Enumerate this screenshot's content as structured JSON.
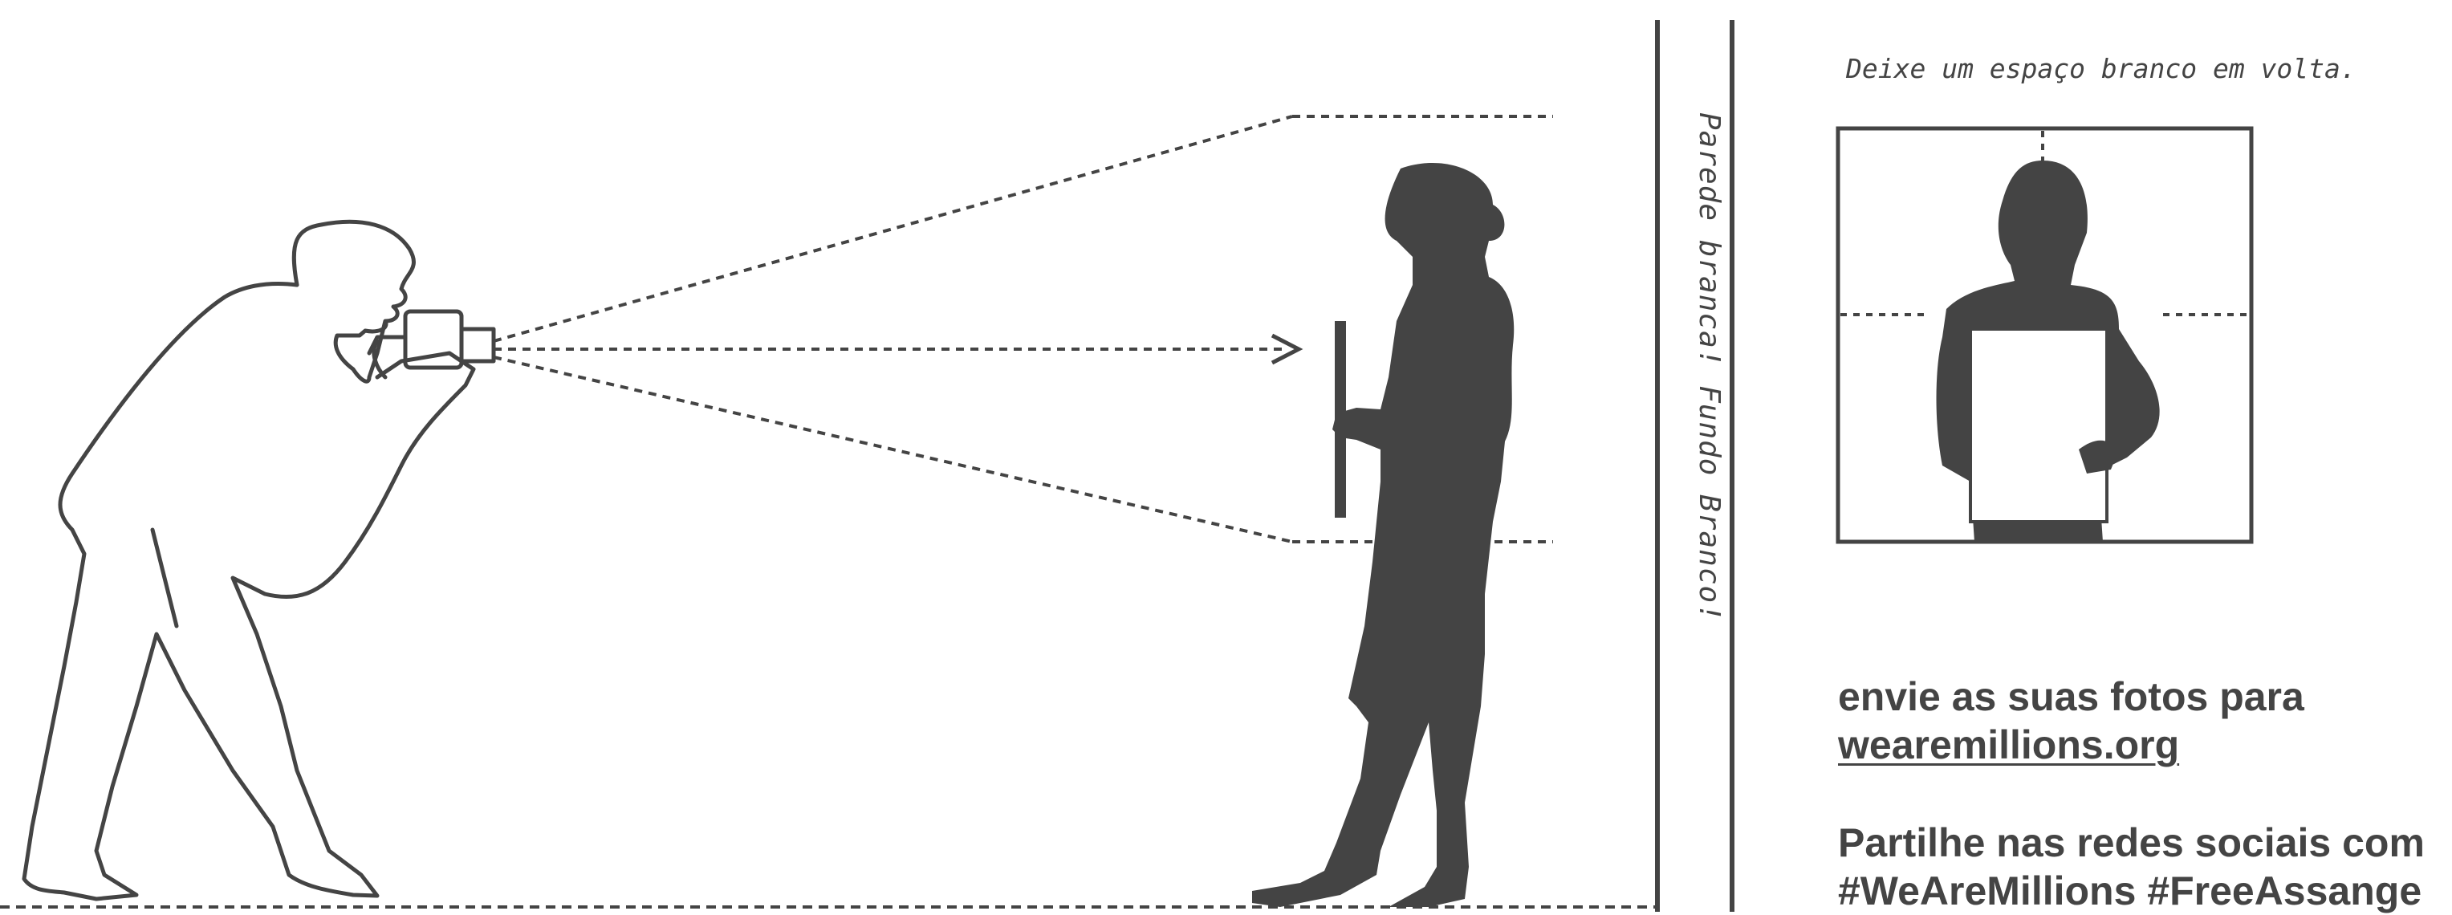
{
  "wall_label": "Parede branca! Fundo Branco!",
  "framing_hint": "Deixe um espaço branco em volta.",
  "send_text": "envie as suas fotos para",
  "send_link": "wearemillions.org",
  "share_text": "Partilhe nas redes sociais com",
  "hashtags": "#WeAreMillions #FreeAssange",
  "colors": {
    "ink": "#444444",
    "background": "#ffffff"
  }
}
